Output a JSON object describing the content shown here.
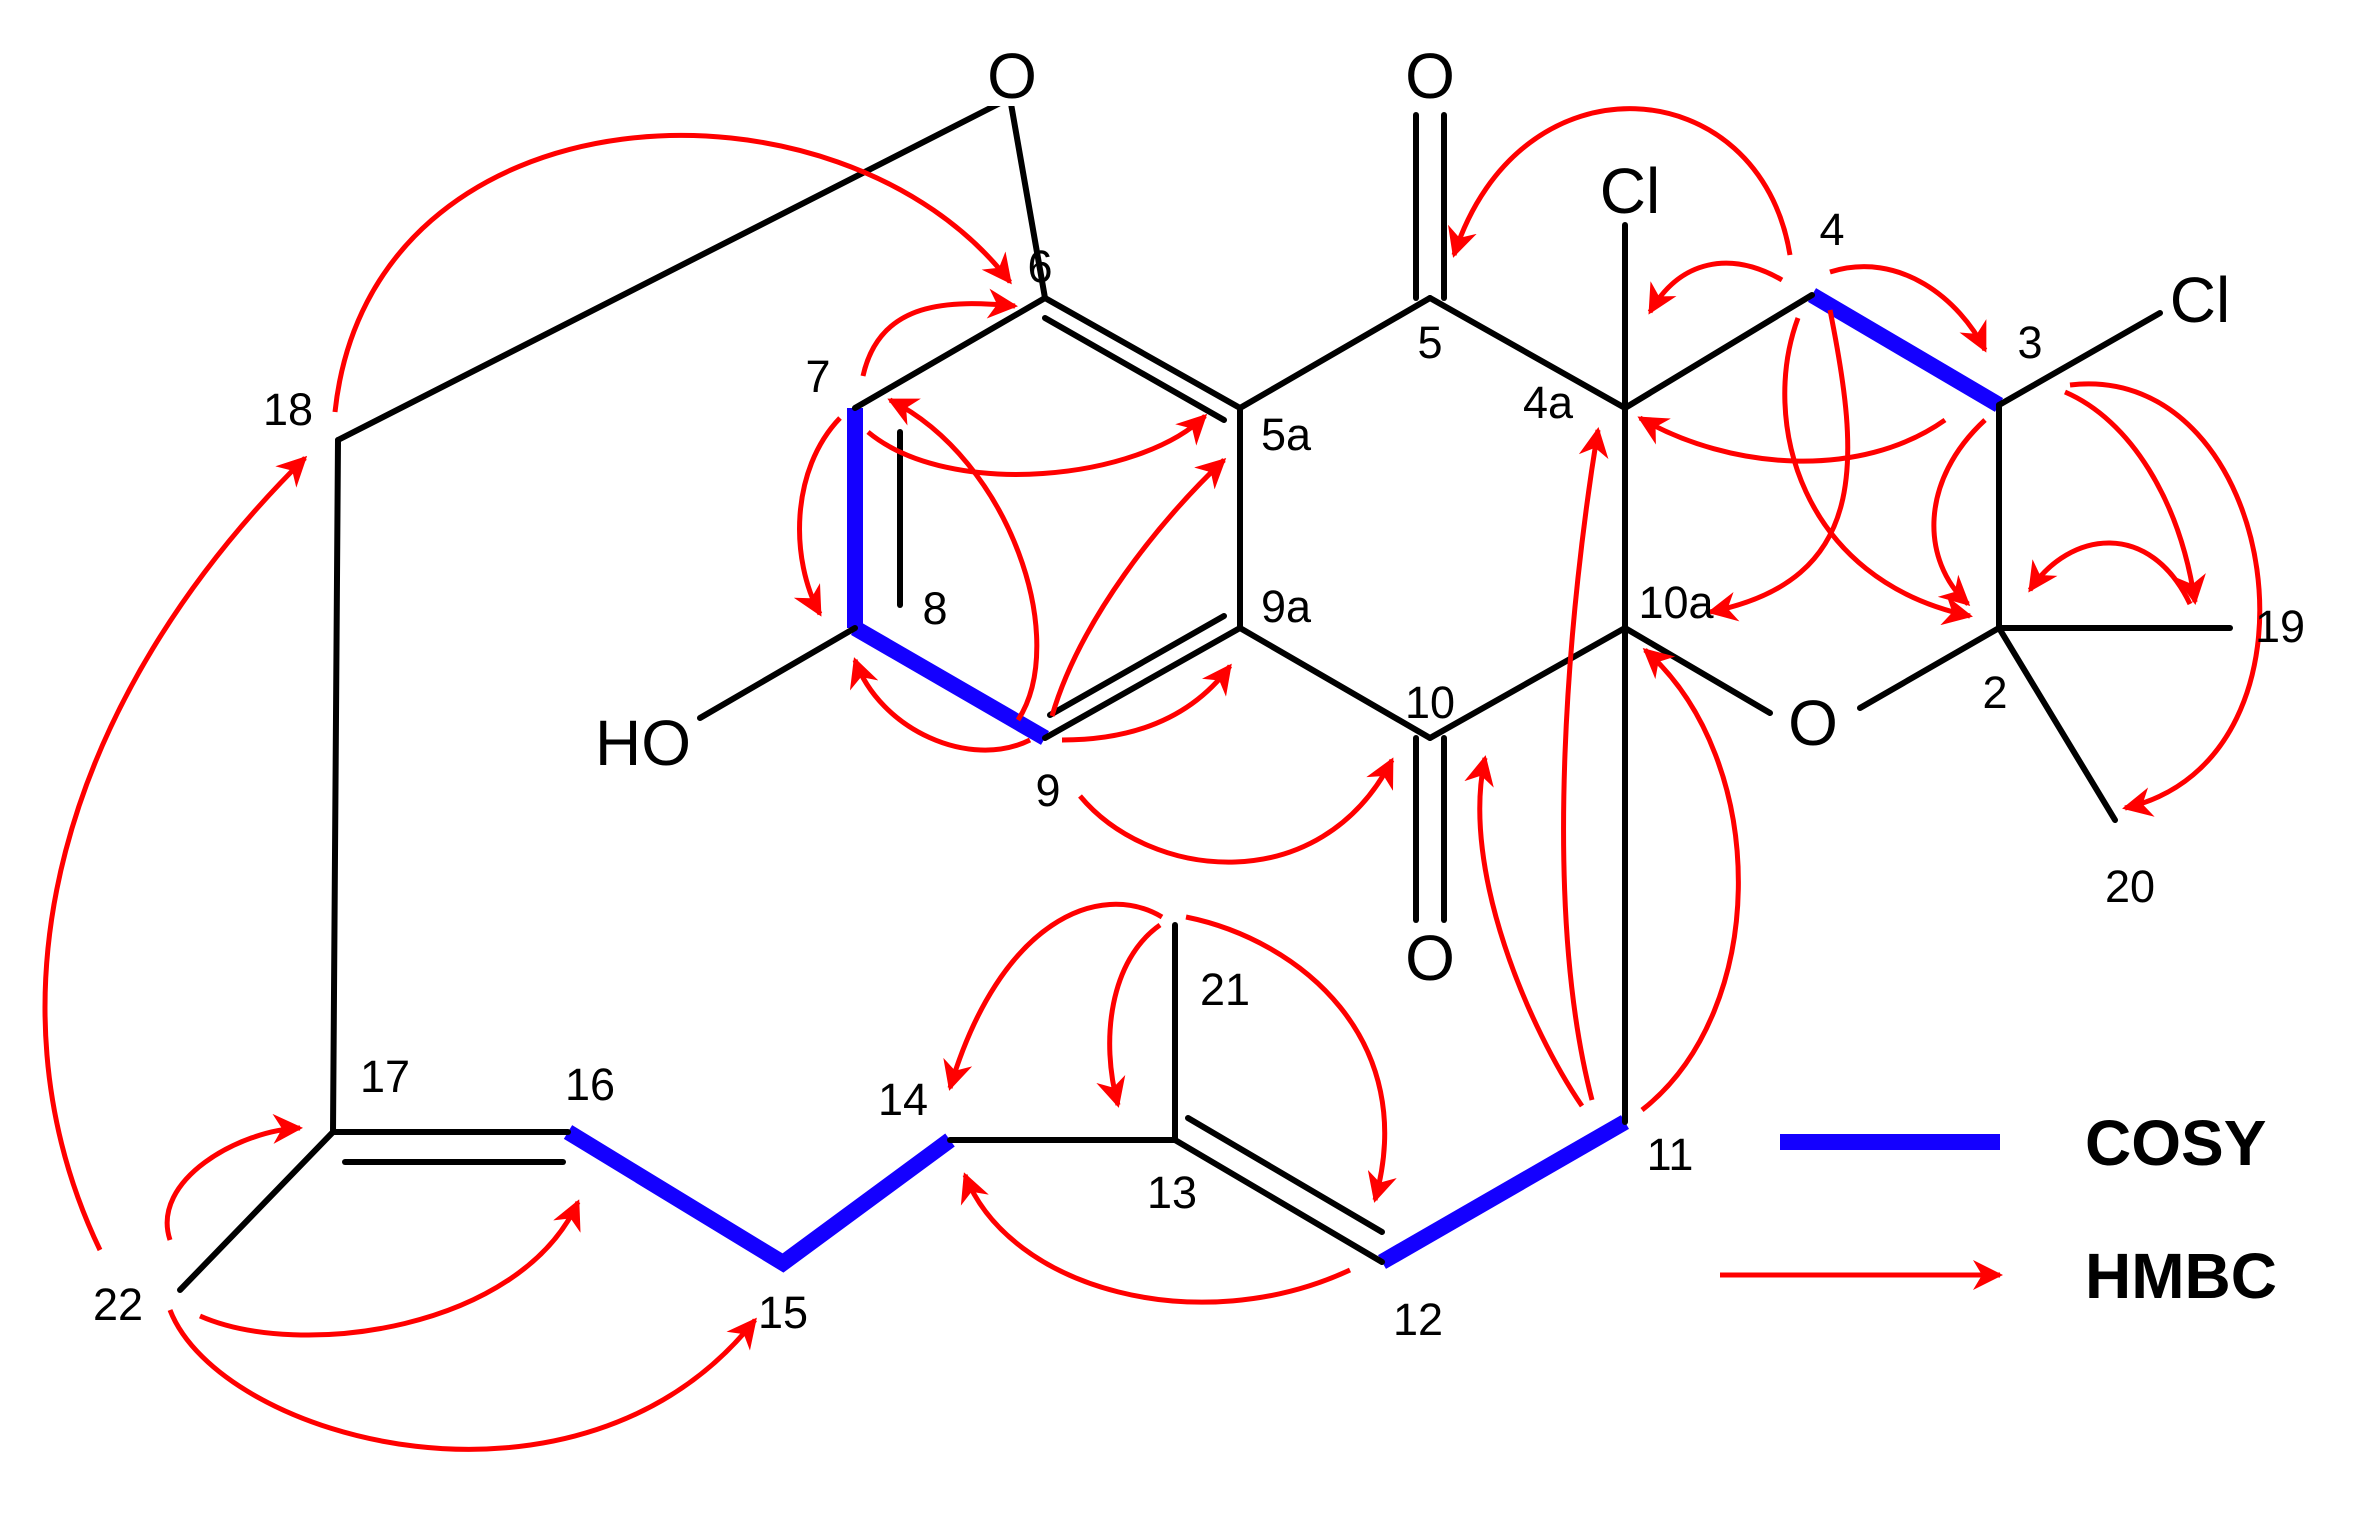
{
  "atom_labels": {
    "o_ether_top": "O",
    "o_ketone_top": "O",
    "o_ketone_bottom": "O",
    "o_ring": "O",
    "cl_4a": "Cl",
    "cl_3": "Cl",
    "ho": "HO"
  },
  "numbers": {
    "n2": "2",
    "n3": "3",
    "n4": "4",
    "n4a": "4a",
    "n5": "5",
    "n5a": "5a",
    "n6": "6",
    "n7": "7",
    "n8": "8",
    "n9": "9",
    "n9a": "9a",
    "n10": "10",
    "n10a": "10a",
    "n11": "11",
    "n12": "12",
    "n13": "13",
    "n14": "14",
    "n15": "15",
    "n16": "16",
    "n17": "17",
    "n18": "18",
    "n19": "19",
    "n20": "20",
    "n21": "21",
    "n22": "22"
  },
  "legend": {
    "cosy_label": "COSY",
    "hmbc_label": "HMBC",
    "cosy_color": "#1400ff",
    "hmbc_color": "#ff0000"
  }
}
